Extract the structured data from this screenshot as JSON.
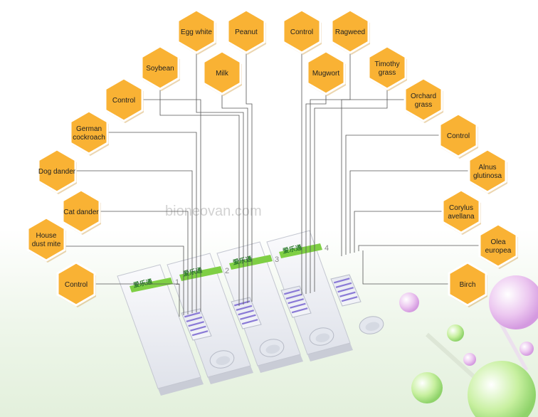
{
  "watermark": "bioneovan.com",
  "colors": {
    "hex_fill": "#f9b234",
    "hex_stroke": "#ffffff",
    "line": "#555555",
    "band": "#8a7ad6"
  },
  "cassettes": [
    {
      "number": "1",
      "brand": "爱乐通"
    },
    {
      "number": "2",
      "brand": "爱乐通"
    },
    {
      "number": "3",
      "brand": "爱乐通"
    },
    {
      "number": "4",
      "brand": "爱乐通"
    }
  ],
  "allergens": [
    {
      "id": "control-1",
      "lines": [
        "Control"
      ]
    },
    {
      "id": "house-dust-mite",
      "lines": [
        "House",
        "dust mite"
      ]
    },
    {
      "id": "cat-dander",
      "lines": [
        "Cat dander"
      ]
    },
    {
      "id": "dog-dander",
      "lines": [
        "Dog dander"
      ]
    },
    {
      "id": "german-cockroach",
      "lines": [
        "German",
        "cockroach"
      ]
    },
    {
      "id": "control-2",
      "lines": [
        "Control"
      ]
    },
    {
      "id": "soybean",
      "lines": [
        "Soybean"
      ]
    },
    {
      "id": "egg-white",
      "lines": [
        "Egg white"
      ]
    },
    {
      "id": "milk",
      "lines": [
        "Milk"
      ]
    },
    {
      "id": "peanut",
      "lines": [
        "Peanut"
      ]
    },
    {
      "id": "control-3",
      "lines": [
        "Control"
      ]
    },
    {
      "id": "mugwort",
      "lines": [
        "Mugwort"
      ]
    },
    {
      "id": "ragweed",
      "lines": [
        "Ragweed"
      ]
    },
    {
      "id": "timothy-grass",
      "lines": [
        "Timothy",
        "grass"
      ]
    },
    {
      "id": "orchard-grass",
      "lines": [
        "Orchard",
        "grass"
      ]
    },
    {
      "id": "control-4",
      "lines": [
        "Control"
      ]
    },
    {
      "id": "alnus-glutinosa",
      "lines": [
        "Alnus",
        "glutinosa"
      ]
    },
    {
      "id": "corylus-avellana",
      "lines": [
        "Corylus",
        "avellana"
      ]
    },
    {
      "id": "olea-europea",
      "lines": [
        "Olea",
        "europea"
      ]
    },
    {
      "id": "birch",
      "lines": [
        "Birch"
      ]
    }
  ]
}
